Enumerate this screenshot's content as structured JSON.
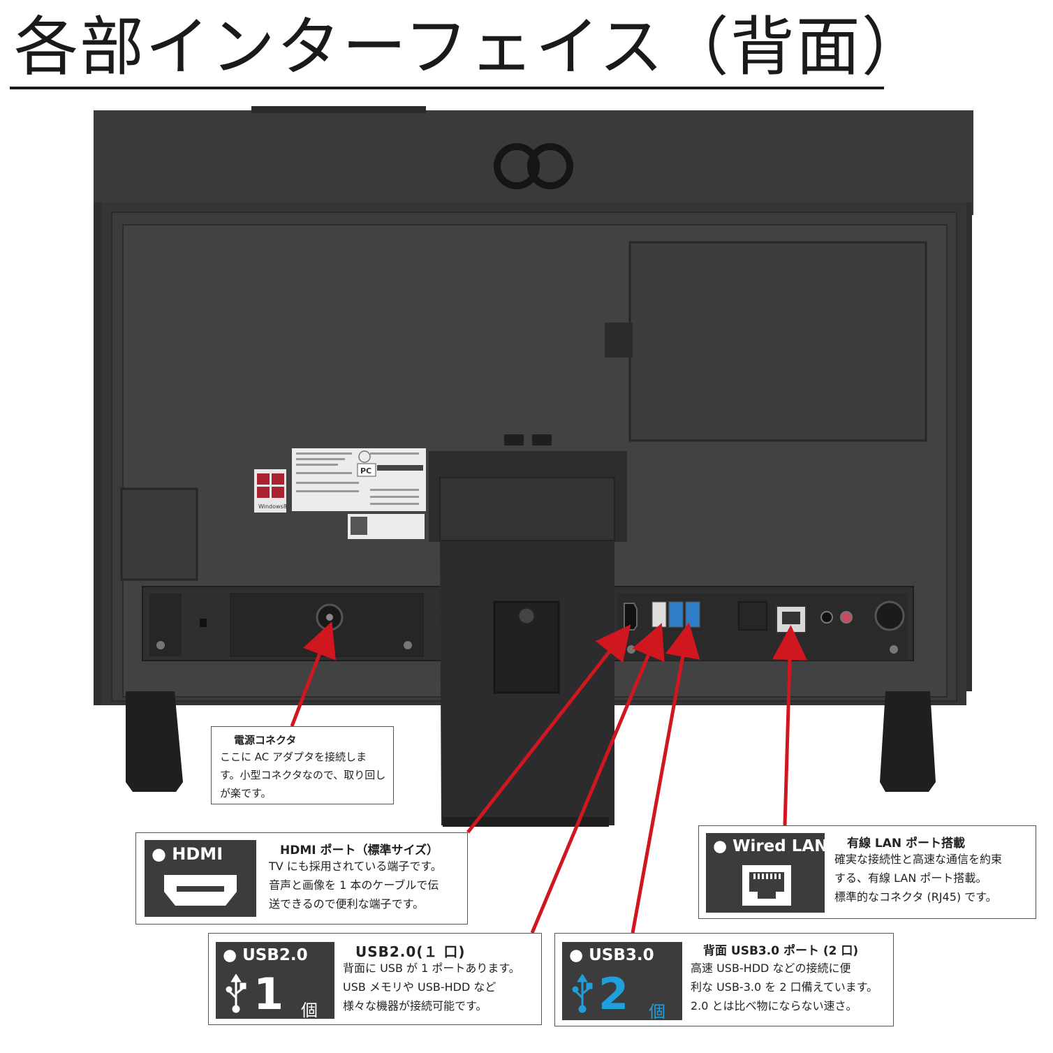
{
  "title": "各部インターフェイス（背面）",
  "sticker": {
    "brand_mark": "Windows8",
    "logo": "PC"
  },
  "power": {
    "heading": "電源コネクタ",
    "text": "ここに AC アダプタを接続しま\nす。小型コネクタなので、取り回し\nが楽です。"
  },
  "hdmi": {
    "badge": "● HDMI",
    "heading": "HDMI ポート（標準サイズ）",
    "text": "TV にも採用されている端子です。\n音声と画像を 1 本のケーブルで伝\n送できるので便利な端子です。"
  },
  "lan": {
    "badge": "● Wired LAN",
    "heading": "有線 LAN ポート搭載",
    "text": "確実な接続性と高速な通信を約束\nする、有線 LAN ポート搭載。\n標準的なコネクタ (RJ45) です。"
  },
  "usb2": {
    "badge": "● USB2.0",
    "count": "1",
    "unit": "個",
    "heading": "USB2.0(１ 口)",
    "text": "背面に USB が 1 ポートあります。\nUSB メモリや USB-HDD など\n様々な機器が接続可能です。"
  },
  "usb3": {
    "badge": "● USB3.0",
    "count": "2",
    "unit": "個",
    "heading": "背面 USB3.0 ポート (2 口)",
    "text": "高速 USB-HDD などの接続に便\n利な USB-3.0 を 2 口備えています。\n2.0 とは比べ物にならない速さ。"
  },
  "colors": {
    "arrow": "#d0161f",
    "badge_bg": "#3c3c3c",
    "usb3_accent": "#1f9fdc",
    "device_body": "#3a3a3c"
  }
}
